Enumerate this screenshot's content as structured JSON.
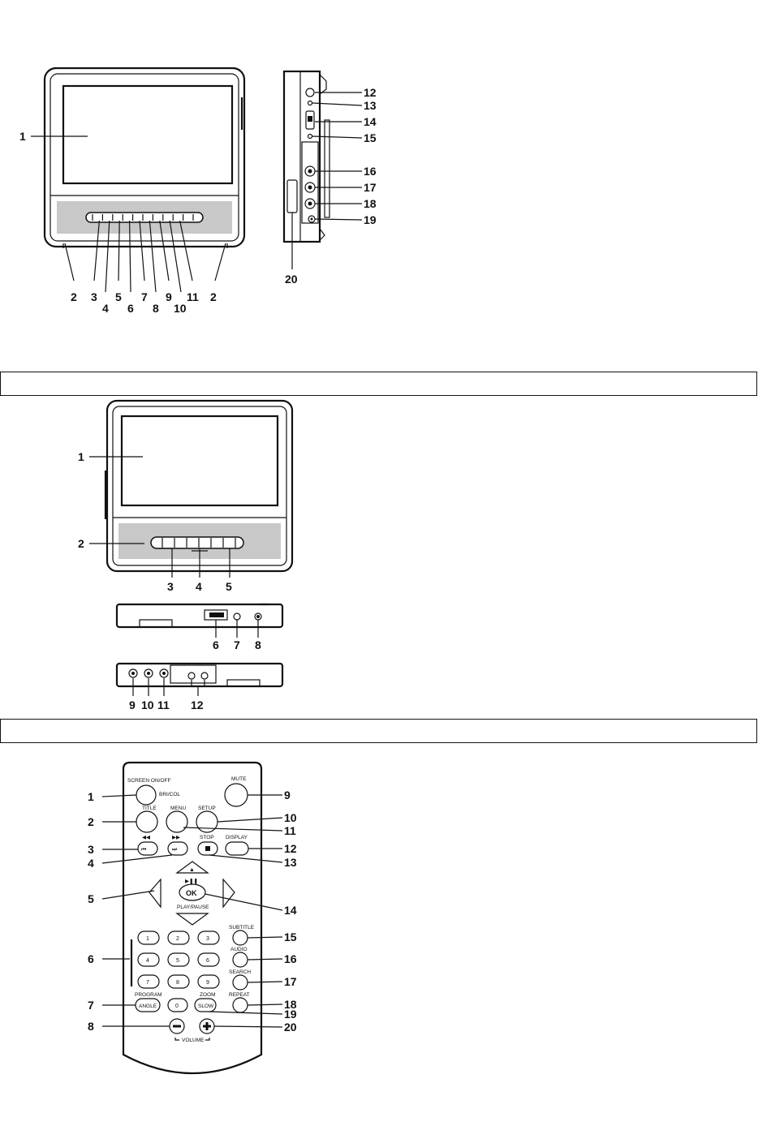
{
  "figure1": {
    "front_callouts": [
      "1",
      "2",
      "3",
      "4",
      "5",
      "6",
      "7",
      "8",
      "9",
      "10",
      "11",
      "2"
    ],
    "side_callouts": [
      "12",
      "13",
      "14",
      "15",
      "16",
      "17",
      "18",
      "19",
      "20"
    ]
  },
  "figure2": {
    "front_callouts": [
      "1",
      "2",
      "3",
      "4",
      "5"
    ],
    "top_callouts": [
      "6",
      "7",
      "8"
    ],
    "bottom_callouts": [
      "9",
      "10",
      "11",
      "12"
    ]
  },
  "remote": {
    "labels": {
      "screen_onoff": "SCREEN ON/OFF",
      "bri_col": "BRI/COL",
      "mute": "MUTE",
      "title": "TITLE",
      "menu": "MENU",
      "setup": "SETUP",
      "stop": "STOP",
      "display": "DISPLAY",
      "ok": "OK",
      "play_pause": "PLAY/PAUSE",
      "subtitle": "SUBTITLE",
      "audio": "AUDIO",
      "search": "SEARCH",
      "program": "PROGRAM",
      "angle": "ANGLE",
      "zoom": "ZOOM",
      "slow": "SLOW",
      "repeat": "REPEAT",
      "volume": "VOLUME"
    },
    "digits": [
      "1",
      "2",
      "3",
      "4",
      "5",
      "6",
      "7",
      "8",
      "9",
      "0"
    ],
    "left_callouts": [
      "1",
      "2",
      "3",
      "4",
      "5",
      "6",
      "7",
      "8"
    ],
    "right_callouts": [
      "9",
      "10",
      "11",
      "12",
      "13",
      "14",
      "15",
      "16",
      "17",
      "18",
      "19",
      "20"
    ]
  }
}
